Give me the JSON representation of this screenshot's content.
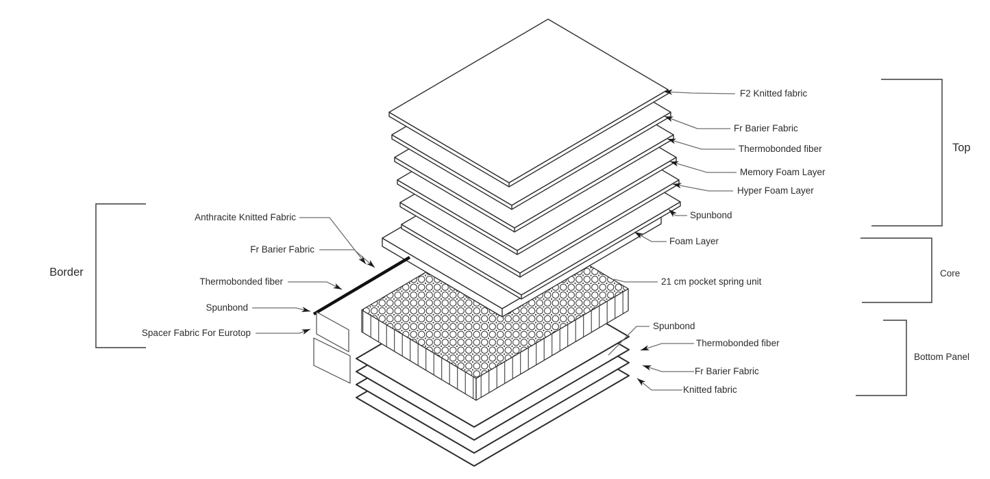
{
  "diagram": {
    "kind": "mattress-exploded-layer-diagram",
    "sections": {
      "top": {
        "bracket_label": "Top",
        "items": [
          "F2 Knitted fabric",
          "Fr Barier Fabric",
          "Thermobonded fiber",
          "Memory Foam Layer",
          "Hyper Foam Layer",
          "Spunbond"
        ]
      },
      "core": {
        "bracket_label": "Core",
        "items": [
          "Foam Layer",
          "21 cm pocket spring unit"
        ]
      },
      "bottom_panel": {
        "bracket_label": "Bottom Panel",
        "items": [
          "Spunbond",
          "Thermobonded fiber",
          "Fr Barier Fabric",
          "Knitted fabric"
        ]
      },
      "border": {
        "bracket_label": "Border",
        "items": [
          "Anthracite Knitted Fabric",
          "Fr Barier Fabric",
          "Thermobonded fiber",
          "Spunbond",
          "Spacer Fabric For Eurotop"
        ]
      }
    },
    "colors": {
      "background": "#ffffff",
      "outline": "#2e2e2e",
      "leader": "#6e6e6e",
      "arrow": "#1a1a1a",
      "spacer_hatch": "#c9a3b8",
      "text": "#2b2b2b"
    }
  }
}
